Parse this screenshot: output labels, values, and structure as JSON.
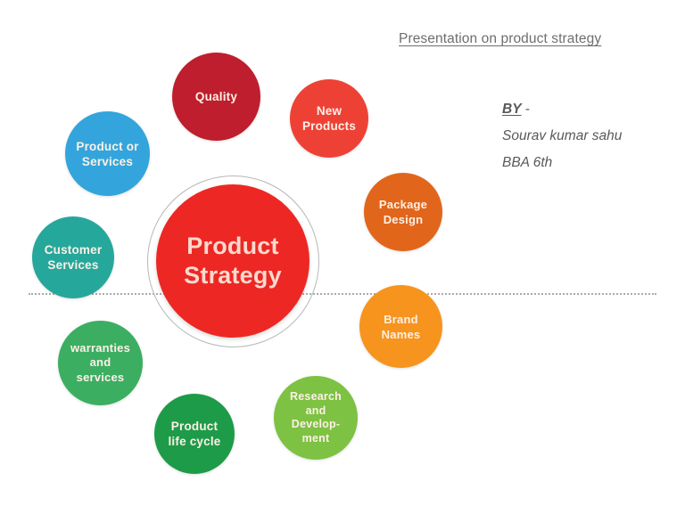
{
  "slide": {
    "title": "Presentation on product strategy",
    "byline": {
      "label": "BY",
      "dash": " -",
      "name": "Sourav kumar sahu",
      "course": "BBA 6th"
    }
  },
  "diagram": {
    "center": {
      "line1": "Product",
      "line2": "Strategy",
      "color": "#ED2724",
      "text_color": "#FBD9CD",
      "ring_color": "#B6B7B9"
    },
    "nodes": [
      {
        "key": "quality",
        "lines": [
          "Quality"
        ],
        "color": "#BE1E2D"
      },
      {
        "key": "new-products",
        "lines": [
          "New",
          "Products"
        ],
        "color": "#EE4136"
      },
      {
        "key": "package-design",
        "lines": [
          "Package",
          "Design"
        ],
        "color": "#E1661B"
      },
      {
        "key": "brand-names",
        "lines": [
          "Brand",
          "Names"
        ],
        "color": "#F7941E"
      },
      {
        "key": "research",
        "lines": [
          "Research",
          "and",
          "Develop-",
          "ment"
        ],
        "color": "#7DC242"
      },
      {
        "key": "lifecycle",
        "lines": [
          "Product",
          "life cycle"
        ],
        "color": "#1E9B48"
      },
      {
        "key": "warranties",
        "lines": [
          "warranties",
          "and",
          "services"
        ],
        "color": "#3BAE62"
      },
      {
        "key": "customer",
        "lines": [
          "Customer",
          "Services"
        ],
        "color": "#26A79B"
      },
      {
        "key": "product-serv",
        "lines": [
          "Product or",
          "Services"
        ],
        "color": "#33A5DC"
      }
    ],
    "separator_color": "#A9AAAC"
  }
}
